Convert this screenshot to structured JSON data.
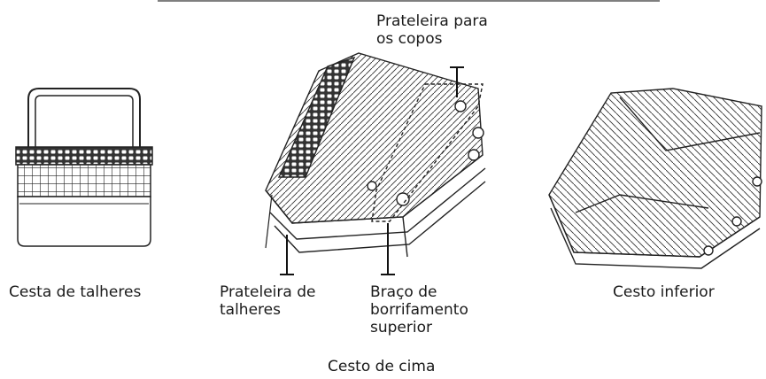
{
  "labels": {
    "cutlery_basket": "Cesta de talheres",
    "cup_shelf": [
      "Prateleira para",
      "os copos"
    ],
    "cutlery_shelf": [
      "Prateleira de",
      "talheres"
    ],
    "spray_arm": [
      "Braço de",
      "borrifamento",
      "superior"
    ],
    "lower_basket": "Cesto inferior",
    "upper_basket": "Cesto de cima"
  }
}
